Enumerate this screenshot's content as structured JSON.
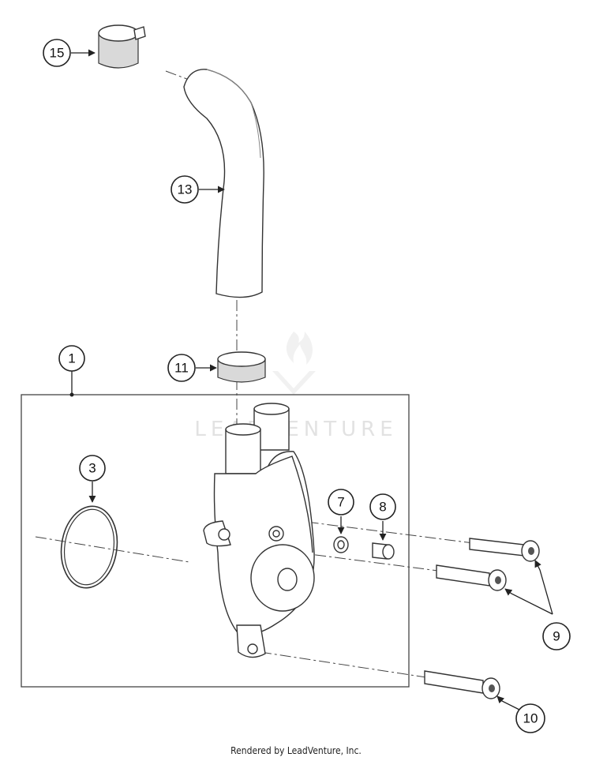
{
  "watermark": "LEADVENTURE",
  "footer": "Rendered by LeadVenture, Inc.",
  "callouts": {
    "c1": "1",
    "c3": "3",
    "c7": "7",
    "c8": "8",
    "c9": "9",
    "c10": "10",
    "c11": "11",
    "c13": "13",
    "c15": "15"
  }
}
